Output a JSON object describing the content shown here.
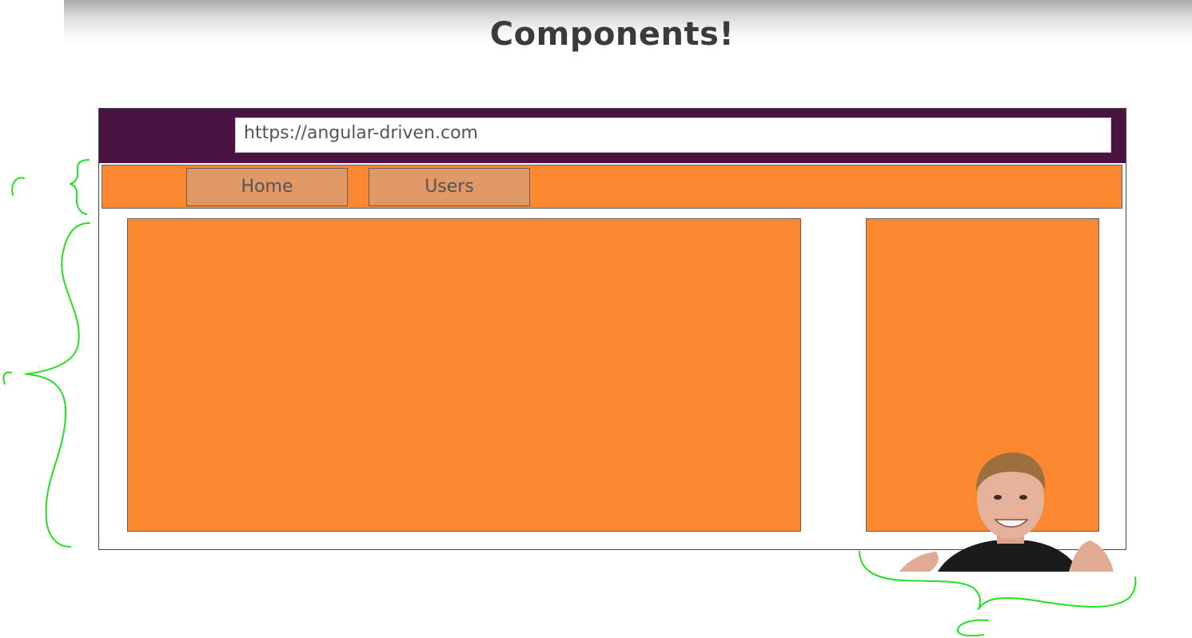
{
  "slide": {
    "title": "Components!"
  },
  "browser": {
    "url": "https://angular-driven.com",
    "nav": {
      "items": [
        {
          "label": "Home"
        },
        {
          "label": "Users"
        }
      ]
    }
  },
  "colors": {
    "browser_bar": "#4a1342",
    "component_fill": "#fb8831",
    "nav_button_fill": "#df9866",
    "annotation_stroke": "#22e022",
    "title_text": "#3b3b3b"
  },
  "icons": {
    "presenter": "presenter-video-overlay"
  }
}
